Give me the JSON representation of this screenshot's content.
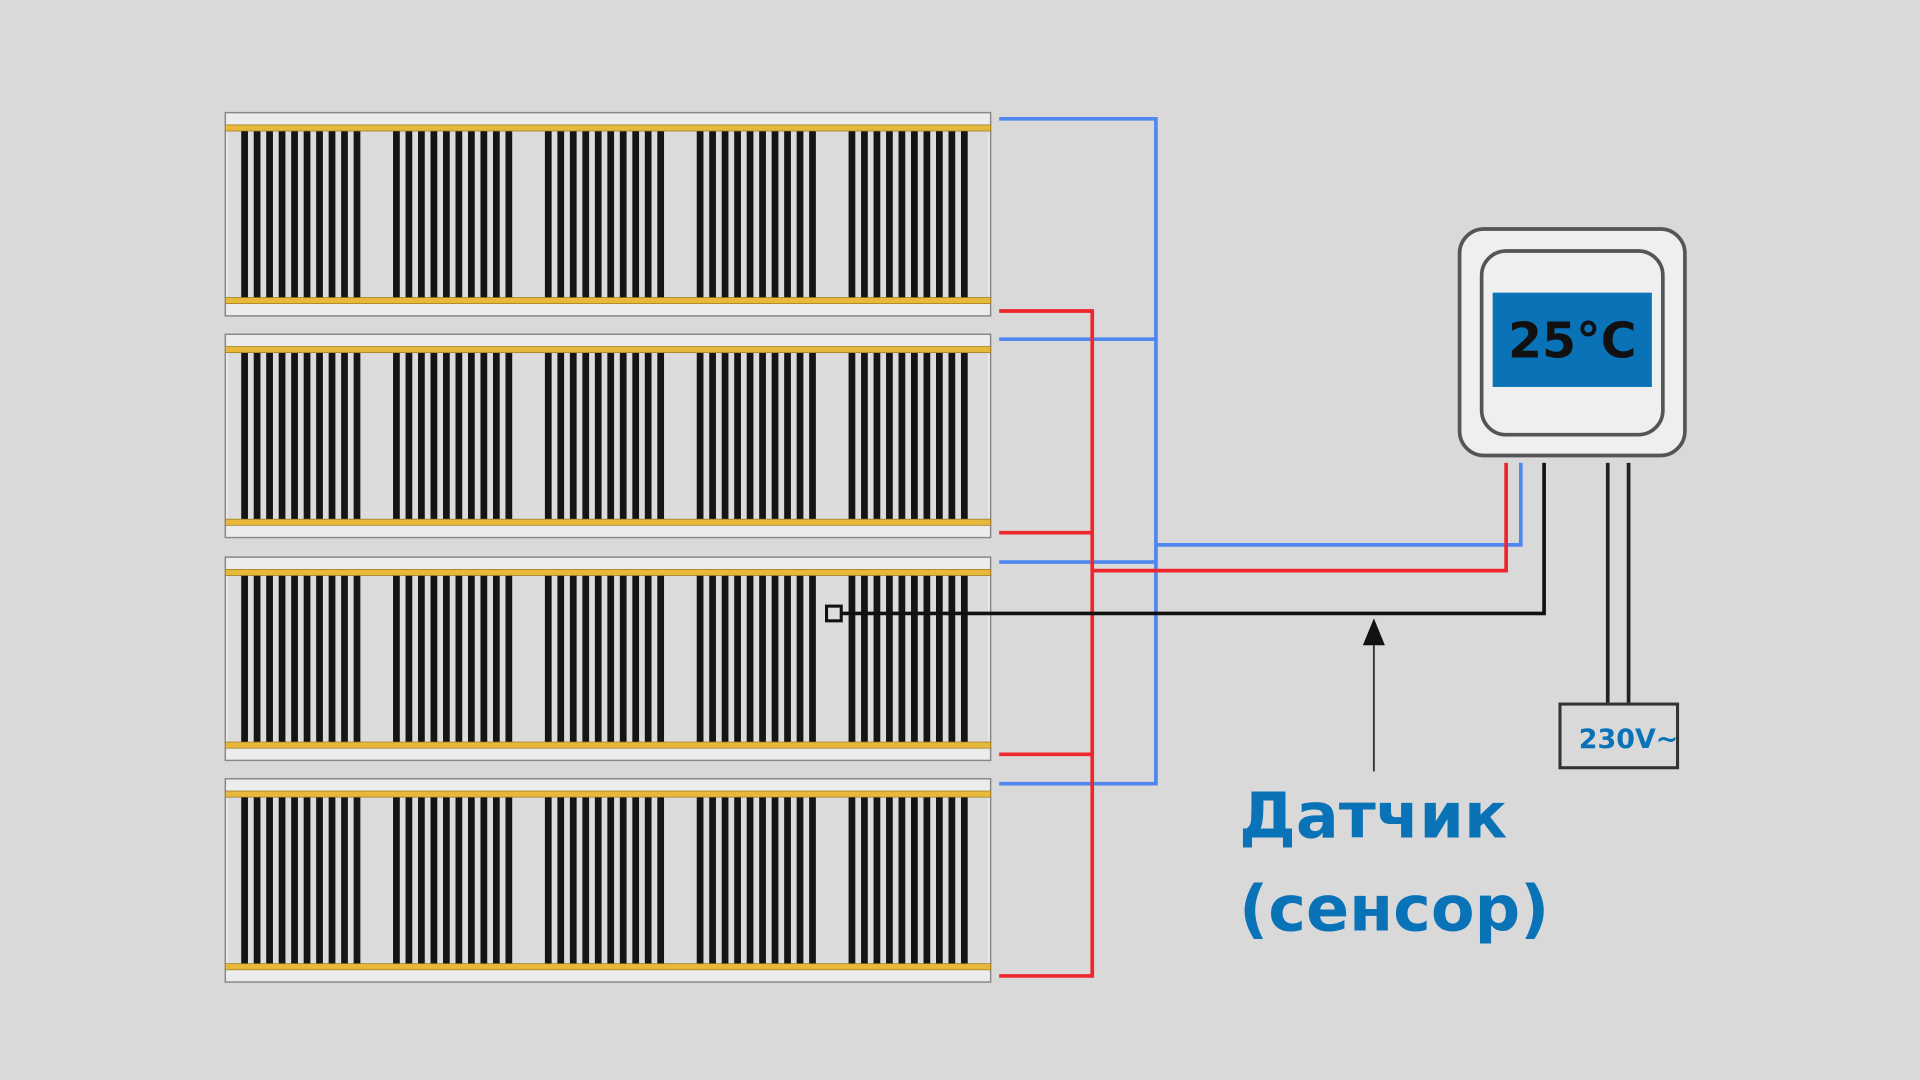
{
  "thermostat": {
    "display": "25°C",
    "screen_color": "#0a73b8"
  },
  "power": {
    "label": "230V~"
  },
  "sensor": {
    "label_line1": "Датчик",
    "label_line2": "(сенсор)"
  },
  "colors": {
    "background": "#d9d9d9",
    "blue_wire": "#4f86f0",
    "red_wire": "#f0262d",
    "sensor_wire": "#111111",
    "bus": "#e8b83a",
    "text": "#0a73b8"
  },
  "panels": {
    "count": 4,
    "stripe_groups": 5,
    "stripes_per_group": 10
  }
}
